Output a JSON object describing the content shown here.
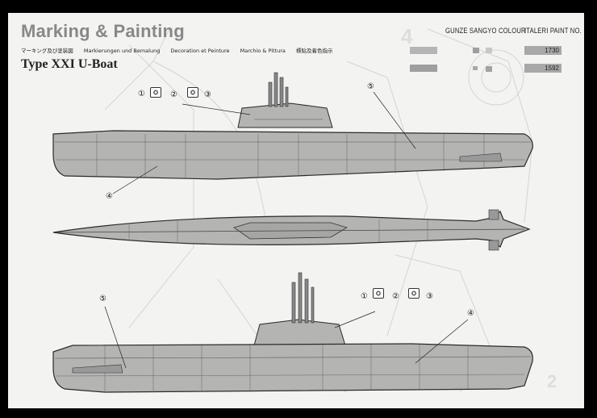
{
  "header": {
    "title": "Marking & Painting",
    "subtitle": "Type XXI U-Boat",
    "languages": [
      "マーキング及び塗装図",
      "Markierungen und Bemalung",
      "Decoration et Peinture",
      "Marchio & Pittura",
      "標貼及着色指示"
    ]
  },
  "paint_table": {
    "headers": {
      "gunze": "GUNZE SANGYO COLOUR",
      "italeri": "ITALERI PAINT NO."
    },
    "rows": [
      {
        "italeri_no": "1730",
        "swatch_color": "#b9b9b9"
      },
      {
        "italeri_no": "1592",
        "swatch_color": "#9c9c9c"
      }
    ]
  },
  "callouts": {
    "top_view": [
      "①",
      "②",
      "③",
      "④",
      "⑤"
    ],
    "bottom_view": [
      "①",
      "②",
      "③",
      "④",
      "⑤"
    ]
  },
  "colors": {
    "hull": "#b4b4b2",
    "outline": "#2a2a2a",
    "paper": "#f3f3f1"
  }
}
